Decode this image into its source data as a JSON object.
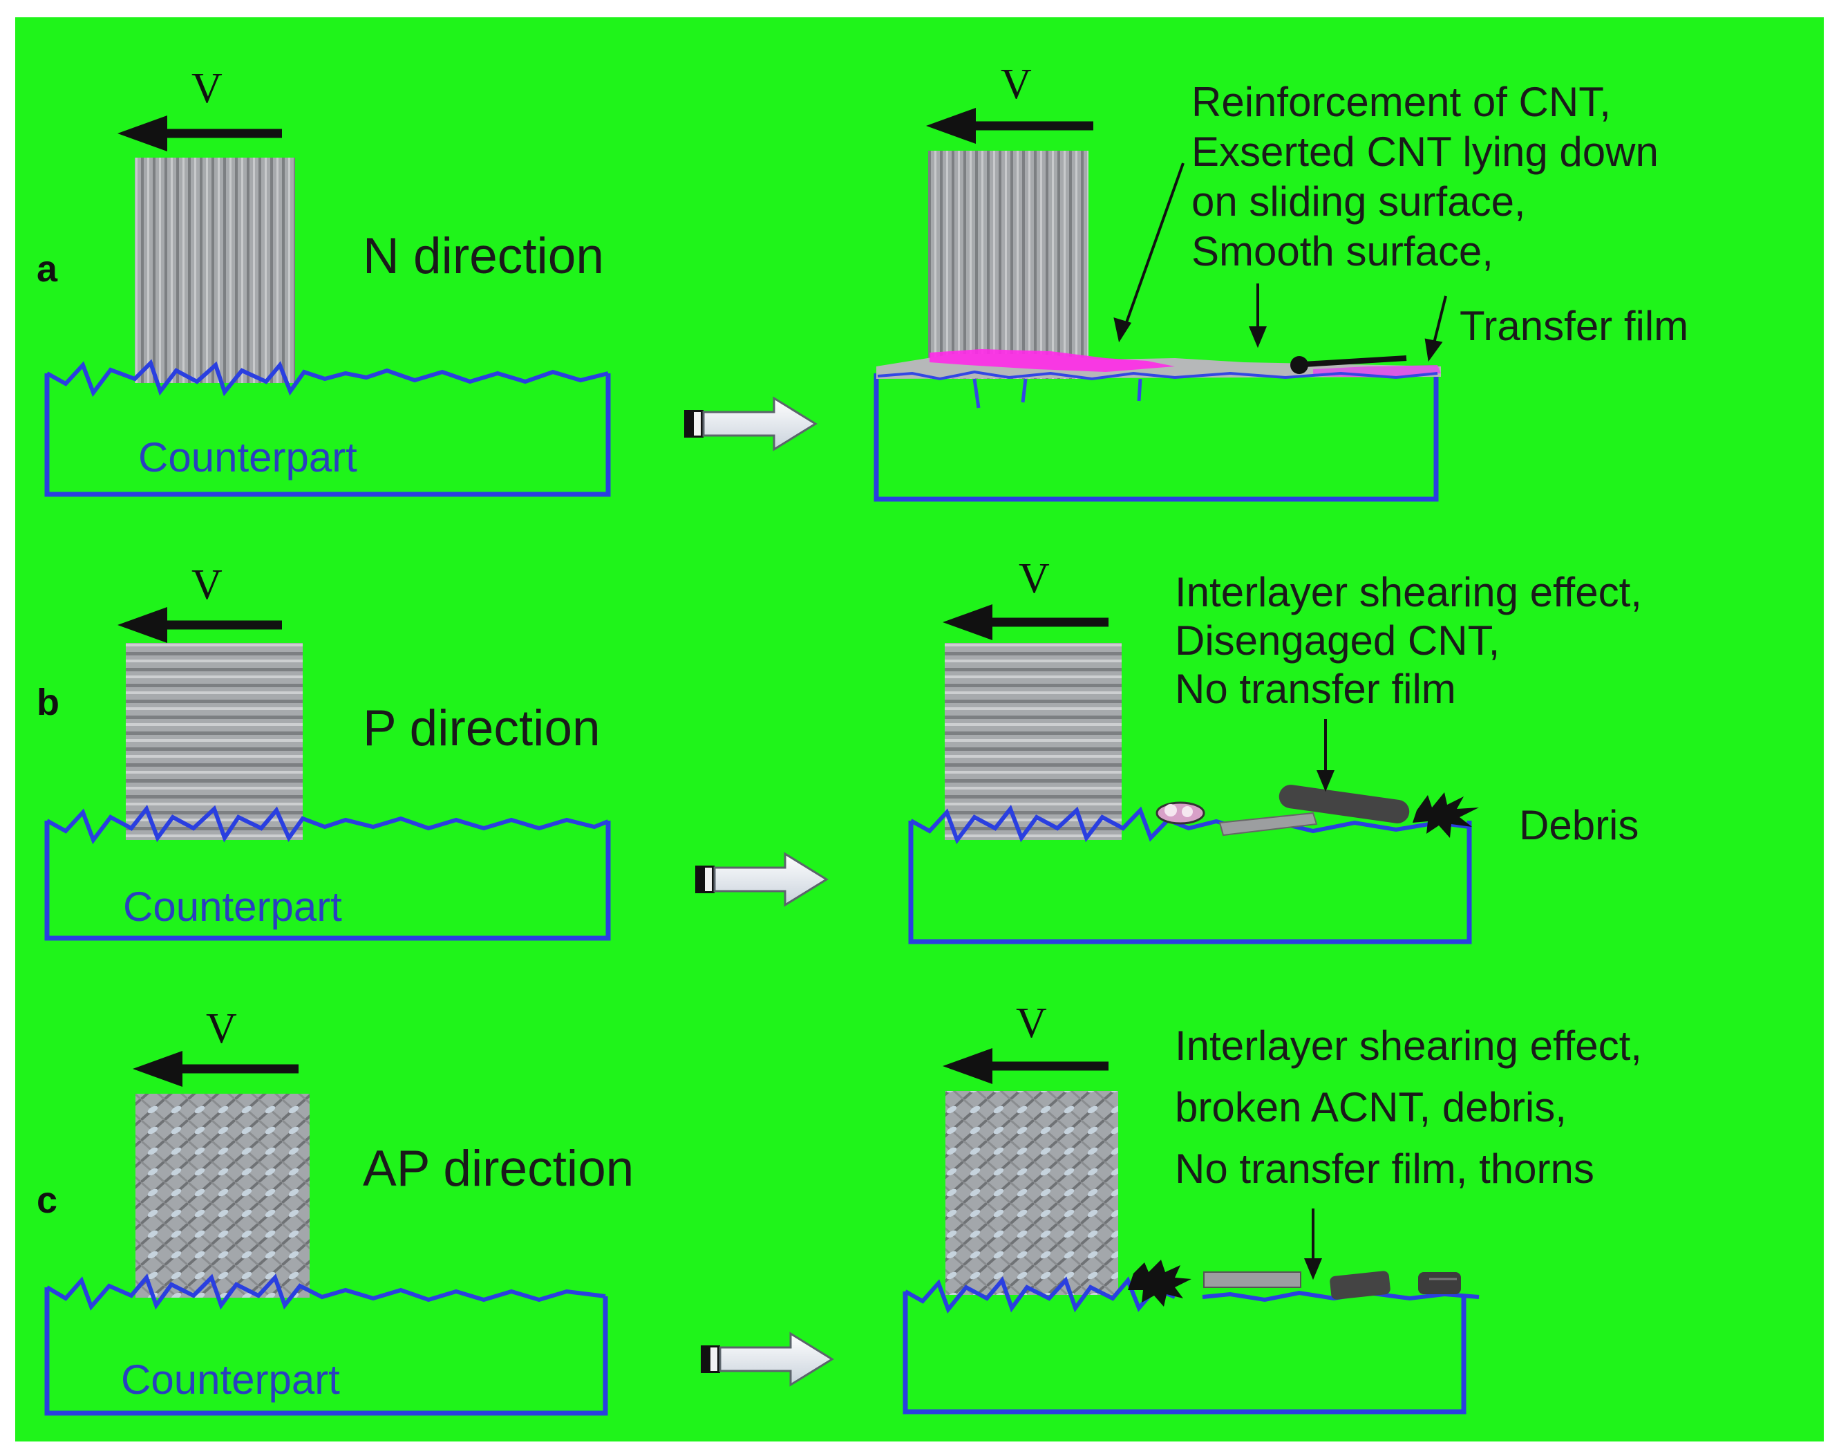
{
  "colors": {
    "background": "#1ff41a",
    "surface_line": "#2a3fe0",
    "counterpart_text": "#2a3fc0",
    "transfer_film": "#ff2ae8",
    "block_gray": "#a9acae"
  },
  "velocity_symbol": "V",
  "rows": [
    {
      "panel_label": "a",
      "direction": "N direction",
      "counterpart": "Counterpart",
      "notes": [
        "Reinforcement of CNT,",
        "Exserted CNT lying down",
        "on sliding surface,",
        "Smooth surface,"
      ],
      "extra_label": "Transfer film"
    },
    {
      "panel_label": "b",
      "direction": "P direction",
      "counterpart": "Counterpart",
      "notes": [
        "Interlayer shearing effect,",
        "Disengaged CNT,",
        "No transfer film"
      ],
      "extra_label": "Debris"
    },
    {
      "panel_label": "c",
      "direction": "AP direction",
      "counterpart": "Counterpart",
      "notes": [
        "Interlayer shearing effect,",
        "broken ACNT, debris,",
        "No transfer film, thorns"
      ],
      "extra_label": ""
    }
  ]
}
